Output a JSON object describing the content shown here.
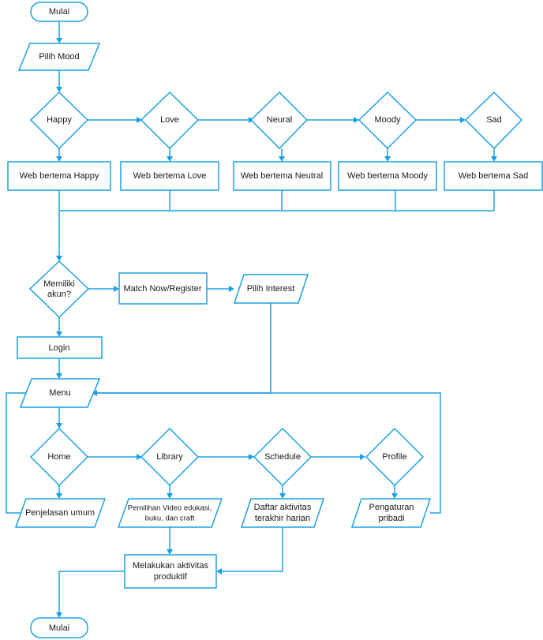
{
  "colors": {
    "stroke": "#1ba1e2",
    "fill": "#ffffff",
    "text": "#1a1a1a"
  },
  "nodes": {
    "start": "Mulai",
    "pilih_mood": "Pilih Mood",
    "happy": "Happy",
    "love": "Love",
    "neural": "Neural",
    "moody": "Moody",
    "sad": "Sad",
    "web_happy": "Web bertema Happy",
    "web_love": "Web bertema Love",
    "web_neutral": "Web bertema Neutral",
    "web_moody": "Web bertema Moody",
    "web_sad": "Web bertema Sad",
    "memiliki_akun_1": "Memiliki",
    "memiliki_akun_2": "akun?",
    "match_now": "Match Now/Register",
    "pilih_interest": "Pilih Interest",
    "login": "Login",
    "menu": "Menu",
    "home": "Home",
    "library": "Library",
    "schedule": "Schedule",
    "profile": "Profile",
    "penjelasan_umum": "Penjelasan umum",
    "pemilihan_video_1": "Pemilihan Video edukasi,",
    "pemilihan_video_2": "buku, dan craft",
    "daftar_aktivitas_1": "Daftar aktivitas",
    "daftar_aktivitas_2": "terakhir harian",
    "pengaturan_1": "Pengaturan",
    "pengaturan_2": "pribadi",
    "melakukan_1": "Melakukan aktivitas",
    "melakukan_2": "produktif",
    "end": "Mulai"
  }
}
